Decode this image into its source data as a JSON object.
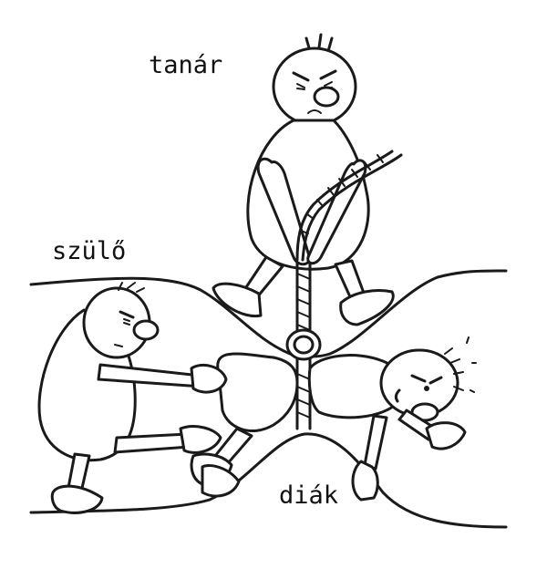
{
  "labels": {
    "teacher": "tanár",
    "parent": "szülő",
    "student": "diák"
  },
  "colors": {
    "ink": "#1a1a1a",
    "paper": "#ffffff"
  }
}
